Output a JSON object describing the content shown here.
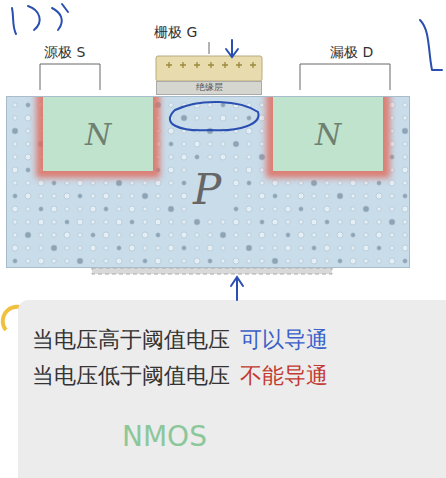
{
  "diagram": {
    "nodes": [
      {
        "text": [
          "P"
        ]
      },
      {
        "text": [
          "N"
        ],
        "in": 0
      },
      {
        "text": [
          "N"
        ],
        "in": 0
      },
      {
        "text": [
          "绝缘层"
        ]
      },
      {
        "text": [
          "当电压高于阈值电压",
          "可以导通",
          "当电压低于阈值电压",
          "不能导通",
          "NMOS"
        ]
      }
    ],
    "labels": [
      "源极 S",
      "栅极 G",
      "漏极 D"
    ]
  }
}
